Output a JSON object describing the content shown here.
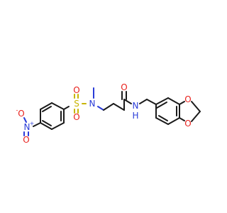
{
  "structure": {
    "colors": {
      "bond": "#1a1a1a",
      "oxygen": "#e8201c",
      "nitrogen": "#2a3cd8",
      "sulfur": "#c8b400"
    },
    "atoms": {
      "nitro_o_upper": {
        "symbol": "O",
        "charge": "-"
      },
      "nitro_n": {
        "symbol": "N",
        "charge": "+"
      },
      "nitro_o_lower": {
        "symbol": "O"
      },
      "sulfonyl_s": {
        "symbol": "S"
      },
      "sulfonyl_o_left": {
        "symbol": "O"
      },
      "sulfonyl_o_right": {
        "symbol": "O"
      },
      "sulfonamide_n": {
        "symbol": "N"
      },
      "carbonyl_o": {
        "symbol": "O"
      },
      "amide_n": {
        "symbol": "N"
      },
      "amide_h": {
        "symbol": "H"
      },
      "dioxole_o_upper": {
        "symbol": "O"
      },
      "dioxole_o_lower": {
        "symbol": "O"
      }
    }
  }
}
